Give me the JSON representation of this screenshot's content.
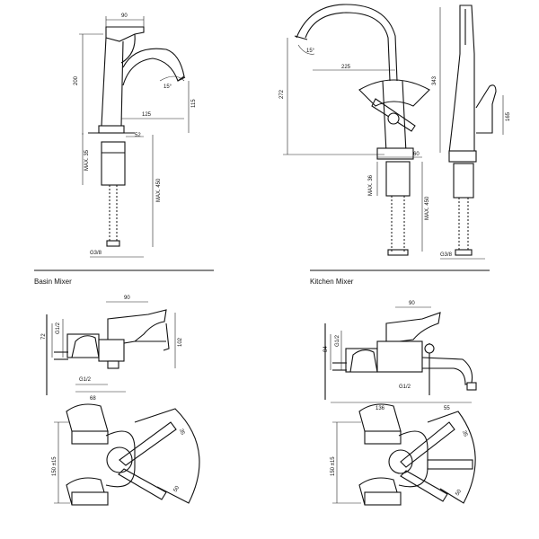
{
  "captions": {
    "basin": "Basin Mixer",
    "kitchen": "Kitchen Mixer"
  },
  "basin": {
    "d90": "90",
    "d200": "200",
    "d125": "125",
    "d115": "115",
    "d15deg": "15°",
    "d52": "52",
    "d35": "MAX. 35",
    "d450": "MAX. 450",
    "thread": "G3/8"
  },
  "kitchen": {
    "d15deg": "15°",
    "d225": "225",
    "d272": "272",
    "d343": "343",
    "d60": "60",
    "d165": "165",
    "d36": "MAX. 36",
    "d450": "MAX. 450",
    "thread": "G3/8"
  },
  "wall_left": {
    "d90": "90",
    "d72": "72",
    "g12a": "G1/2",
    "g12b": "G1/2",
    "d102": "102",
    "d68": "68",
    "d150": "150 ±15",
    "d35": "35",
    "d50": "50"
  },
  "wall_right": {
    "d90": "90",
    "d84": "84",
    "g12a": "G1/2",
    "g12b": "G1/2",
    "d136": "136",
    "d55": "55",
    "d150": "150 ±15",
    "d35": "35",
    "d50": "50"
  }
}
